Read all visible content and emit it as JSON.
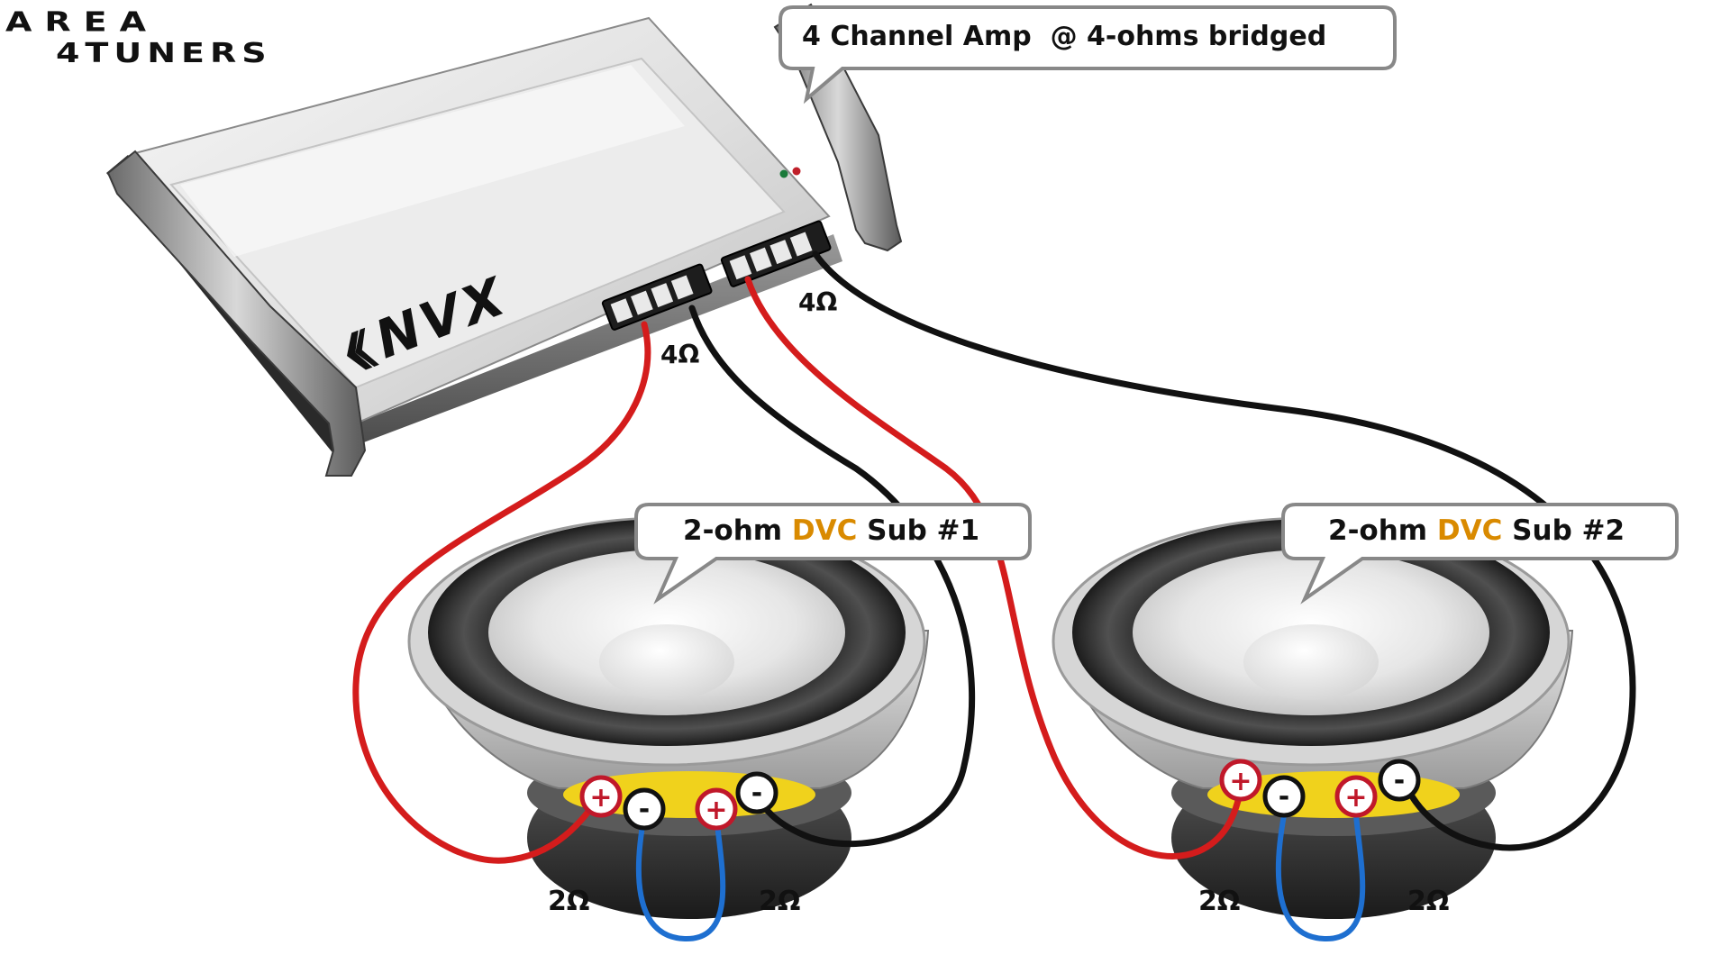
{
  "watermark": {
    "line1": "AREA",
    "line2": "4TUNERS"
  },
  "amp": {
    "brand": "NVX",
    "callout": "4 Channel Amp  @ 4-ohms bridged",
    "left_channel_impedance": "4Ω",
    "right_channel_impedance": "4Ω",
    "led_colors": [
      "#1a7a3a",
      "#c0202a"
    ]
  },
  "subs": [
    {
      "callout_prefix": "2-ohm ",
      "callout_highlight": "DVC",
      "callout_suffix": " Sub #1",
      "coil_left_impedance": "2Ω",
      "coil_right_impedance": "2Ω"
    },
    {
      "callout_prefix": "2-ohm ",
      "callout_highlight": "DVC",
      "callout_suffix": " Sub #2",
      "coil_left_impedance": "2Ω",
      "coil_right_impedance": "2Ω"
    }
  ],
  "terminals": {
    "positive": "+",
    "negative": "-"
  },
  "colors": {
    "positive_wire": "#d41c1c",
    "negative_wire": "#111111",
    "jumper_wire": "#1e6fd0",
    "highlight_text": "#d98a00"
  }
}
